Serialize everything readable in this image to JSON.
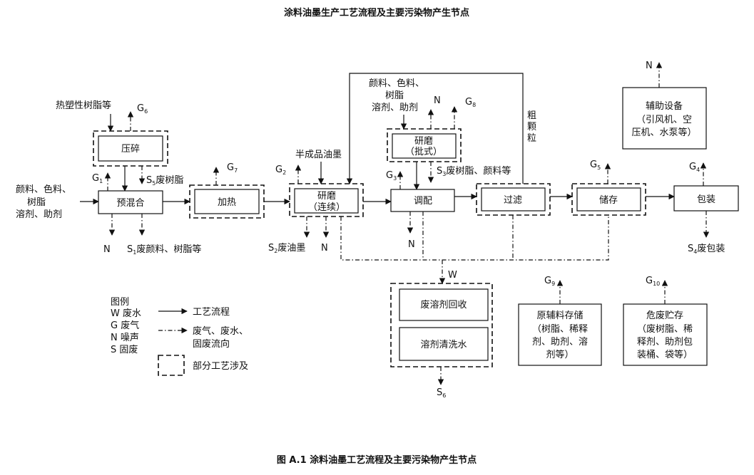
{
  "title": "涂料油墨生产工艺流程及主要污染物产生节点",
  "caption": "图 A.1  涂料油墨工艺流程及主要污染物产生节点",
  "inputs": {
    "premix_raw": [
      "颜料、色料、",
      "树脂",
      "溶剂、助剂"
    ],
    "thermoplastic": "热塑性树脂等",
    "semi_ink": "半成品油墨",
    "batch_raw": [
      "颜料、色料、",
      "树脂",
      "溶剂、助剂"
    ],
    "coarse": [
      "粗",
      "颗",
      "粒"
    ]
  },
  "process": {
    "crush": "压碎",
    "premix": "预混合",
    "heat": "加热",
    "grind_cont": [
      "研磨",
      "（连续）"
    ],
    "grind_batch": [
      "研磨",
      "（批式）"
    ],
    "blend": "调配",
    "filter": "过滤",
    "store": "储存",
    "pack": "包装",
    "aux": [
      "辅助设备",
      "（引风机、空",
      "压机、水泵等）"
    ],
    "solvent_recover": "废溶剂回收",
    "solvent_wash": "溶剂清洗水",
    "raw_store": [
      "原辅料存储",
      "（树脂、稀释",
      "剂、助剂、溶",
      "剂等）"
    ],
    "haz_store": [
      "危废贮存",
      "（废树脂、稀",
      "释剂、助剂包",
      "装桶、袋等）"
    ]
  },
  "labels": {
    "G": "G",
    "N": "N",
    "S": "S",
    "W": "W",
    "g1": "1",
    "g2": "2",
    "g3": "3",
    "g4": "4",
    "g5": "5",
    "g6": "6",
    "g7": "7",
    "g8": "8",
    "g9": "9",
    "g10": "10",
    "s1_text": "废颜料、树脂等",
    "s2_text": "废油墨",
    "s3_text": "废树脂、颜料等",
    "s4_text": "废包装",
    "s5_text": "废树脂",
    "s1": "1",
    "s2": "2",
    "s3": "3",
    "s4": "4",
    "s5": "5",
    "s6": "6"
  },
  "legend": {
    "title": "图例",
    "w": "W 废水",
    "g": "G  废气",
    "n": "N  噪声",
    "s": "S   固废",
    "process_flow": "工艺流程",
    "waste_flow": [
      "废气、废水、",
      "固废流向"
    ],
    "partial": "部分工艺涉及"
  }
}
